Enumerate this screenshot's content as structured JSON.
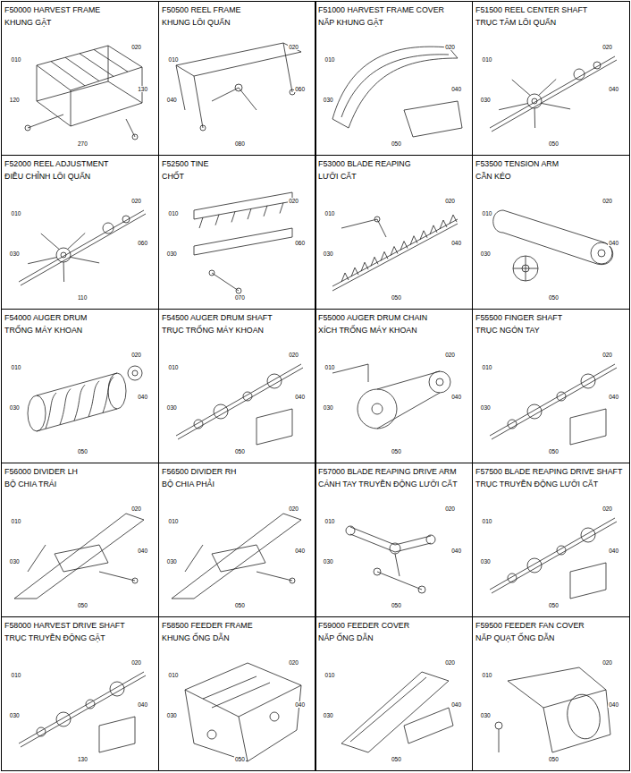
{
  "diagram": {
    "nodes": [
      {
        "text": [
          "F50000 HARVEST FRAME",
          "KHUNG GẶT"
        ]
      },
      {
        "text": [
          "F50500 REEL FRAME",
          "KHUNG LÕI QUẤN"
        ]
      },
      {
        "text": [
          "F51000 HARVEST FRAME COVER",
          "NẮP KHUNG GẶT"
        ]
      },
      {
        "text": [
          "F51500 REEL CENTER SHAFT",
          "TRỤC TÂM LÕI QUẤN"
        ]
      },
      {
        "text": [
          "F52000 REEL ADJUSTMENT",
          "ĐIỀU CHỈNH LÕI QUẤN"
        ]
      },
      {
        "text": [
          "F52500 TINE",
          "CHỐT"
        ]
      },
      {
        "text": [
          "F53000 BLADE REAPING",
          "LƯỠI CẮT"
        ]
      },
      {
        "text": [
          "F53500 TENSION ARM",
          "CẦN KÉO"
        ]
      },
      {
        "text": [
          "F54000 AUGER DRUM",
          "TRỐNG MÁY KHOAN"
        ]
      },
      {
        "text": [
          "F54500 AUGER DRUM SHAFT",
          "TRỤC TRỐNG MÁY KHOAN"
        ]
      },
      {
        "text": [
          "F55000 AUGER DRUM CHAIN",
          "XÍCH TRỐNG MÁY KHOAN"
        ]
      },
      {
        "text": [
          "F55500 FINGER SHAFT",
          "TRỤC NGÓN TAY"
        ]
      },
      {
        "text": [
          "F56000 DIVIDER LH",
          "BỘ CHIA TRÁI"
        ]
      },
      {
        "text": [
          "F56500 DIVIDER RH",
          "BỘ CHIA PHẢI"
        ]
      },
      {
        "text": [
          "F57000 BLADE REAPING DRIVE ARM",
          "CÁNH TAY TRUYỀN ĐỘNG LƯỠI CẮT"
        ]
      },
      {
        "text": [
          "F57500 BLADE REAPING DRIVE SHAFT",
          "TRỤC TRUYỀN ĐỘNG LƯỠI CẮT"
        ]
      },
      {
        "text": [
          "F58000 HARVEST DRIVE SHAFT",
          "TRỤC TRUYỀN ĐỘNG GẶT"
        ]
      },
      {
        "text": [
          "F58500 FEEDER FRAME",
          "KHUNG ỐNG DẪN"
        ]
      },
      {
        "text": [
          "F59000 FEEDER COVER",
          "NẮP ỐNG DẪN"
        ]
      },
      {
        "text": [
          "F59500 FEEDER FAN COVER",
          "NẮP QUẠT ỐNG DẪN"
        ]
      }
    ],
    "labels": [
      "010",
      "020",
      "120",
      "130",
      "270",
      "010",
      "020",
      "040",
      "060",
      "080",
      "010",
      "020",
      "030",
      "040",
      "050",
      "010",
      "020",
      "030",
      "040",
      "050",
      "010",
      "020",
      "030",
      "060",
      "110",
      "010",
      "020",
      "030",
      "060",
      "070",
      "010",
      "020",
      "030",
      "040",
      "050",
      "010",
      "020",
      "030",
      "040",
      "050",
      "010",
      "020",
      "030",
      "040",
      "050",
      "010",
      "020",
      "030",
      "040",
      "050",
      "010",
      "020",
      "030",
      "040",
      "050",
      "010",
      "020",
      "030",
      "040",
      "050",
      "010",
      "020",
      "030",
      "040",
      "050",
      "010",
      "020",
      "030",
      "040",
      "050",
      "010",
      "020",
      "030",
      "040",
      "050",
      "010",
      "020",
      "030",
      "040",
      "050",
      "010",
      "020",
      "030",
      "040",
      "130",
      "010",
      "020",
      "030",
      "040",
      "050",
      "010",
      "020",
      "030",
      "040",
      "050",
      "010",
      "020",
      "030",
      "040",
      "050"
    ]
  }
}
